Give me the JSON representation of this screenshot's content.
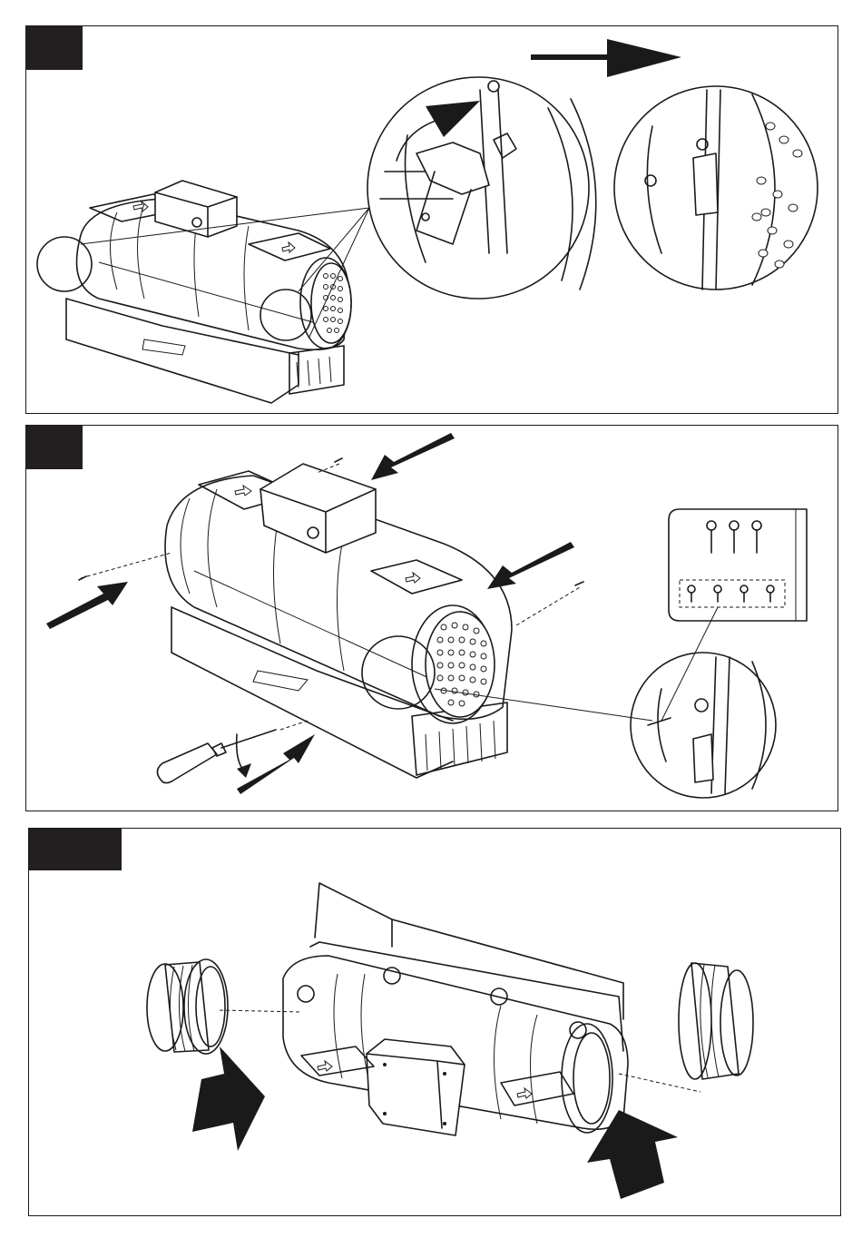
{
  "steps": [
    {
      "id": "step-1",
      "label": ""
    },
    {
      "id": "step-2",
      "label": ""
    },
    {
      "id": "step-3",
      "label": ""
    }
  ],
  "colors": {
    "ink": "#1a1a1a",
    "badge": "#231f20",
    "paper": "#ffffff"
  },
  "icons": [
    "direction-arrow-icon",
    "screw-icon",
    "screwdriver-icon",
    "rotate-arrow-icon",
    "air-flow-arrow-icon"
  ]
}
